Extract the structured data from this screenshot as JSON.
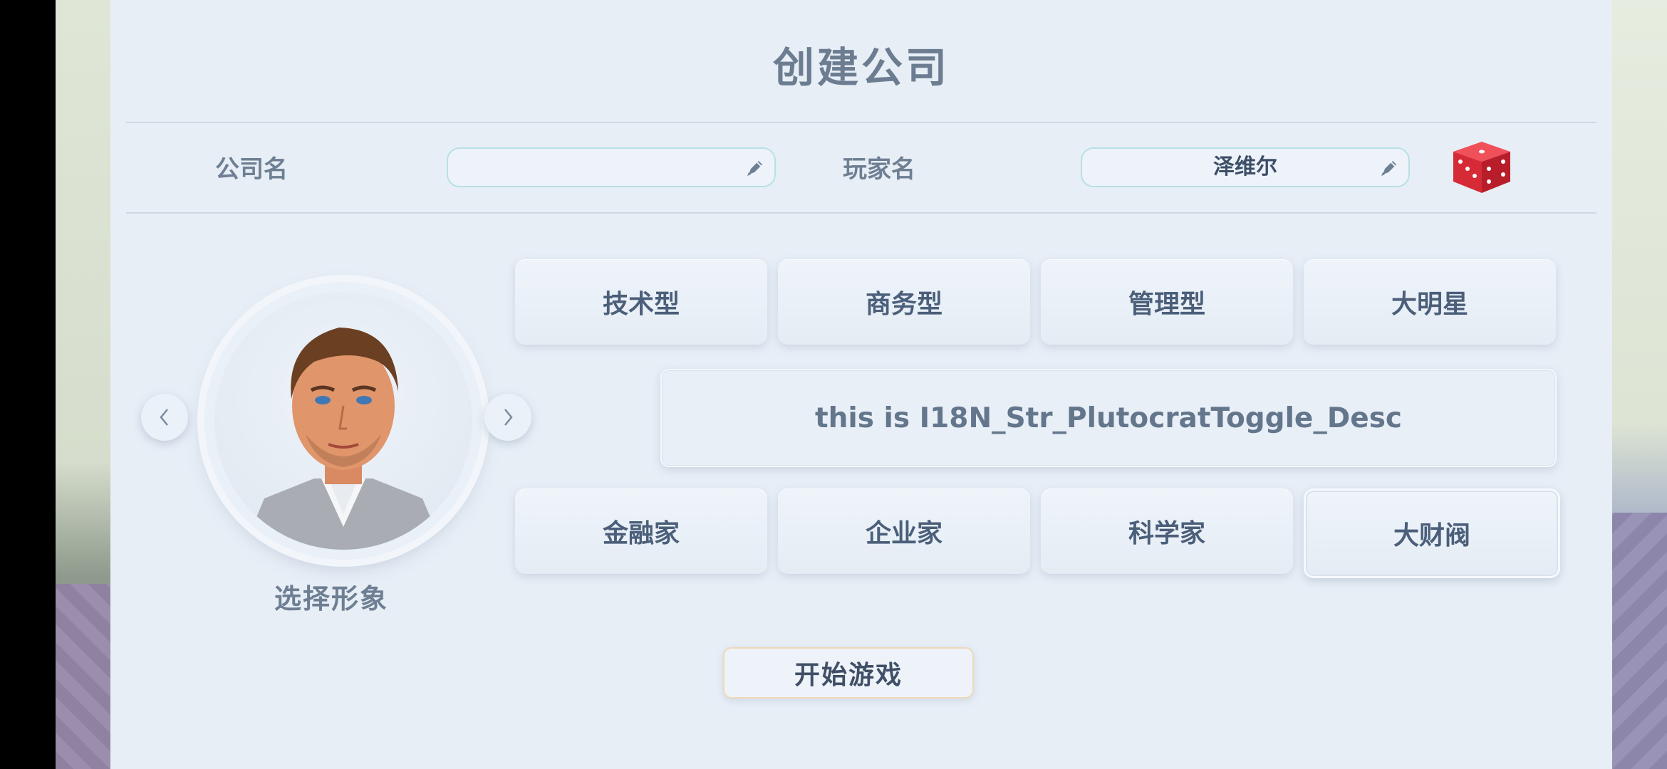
{
  "window": {
    "title": "创建公司"
  },
  "form": {
    "company_label": "公司名",
    "company_value": "",
    "player_label": "玩家名",
    "player_value": "泽维尔"
  },
  "avatar": {
    "caption": "选择形象"
  },
  "types": {
    "row1": [
      "技术型",
      "商务型",
      "管理型",
      "大明星"
    ],
    "row2": [
      "金融家",
      "企业家",
      "科学家",
      "大财阀"
    ],
    "selected": "大财阀"
  },
  "description": "this is I18N_Str_PlutocratToggle_Desc",
  "start_button": "开始游戏",
  "icons": [
    "pencil-icon",
    "dice-icon",
    "chevron-left-icon",
    "chevron-right-icon"
  ],
  "colors": {
    "dice": "#e0303c",
    "title": "#6d7d91",
    "start_border": "#f0d8b8"
  }
}
